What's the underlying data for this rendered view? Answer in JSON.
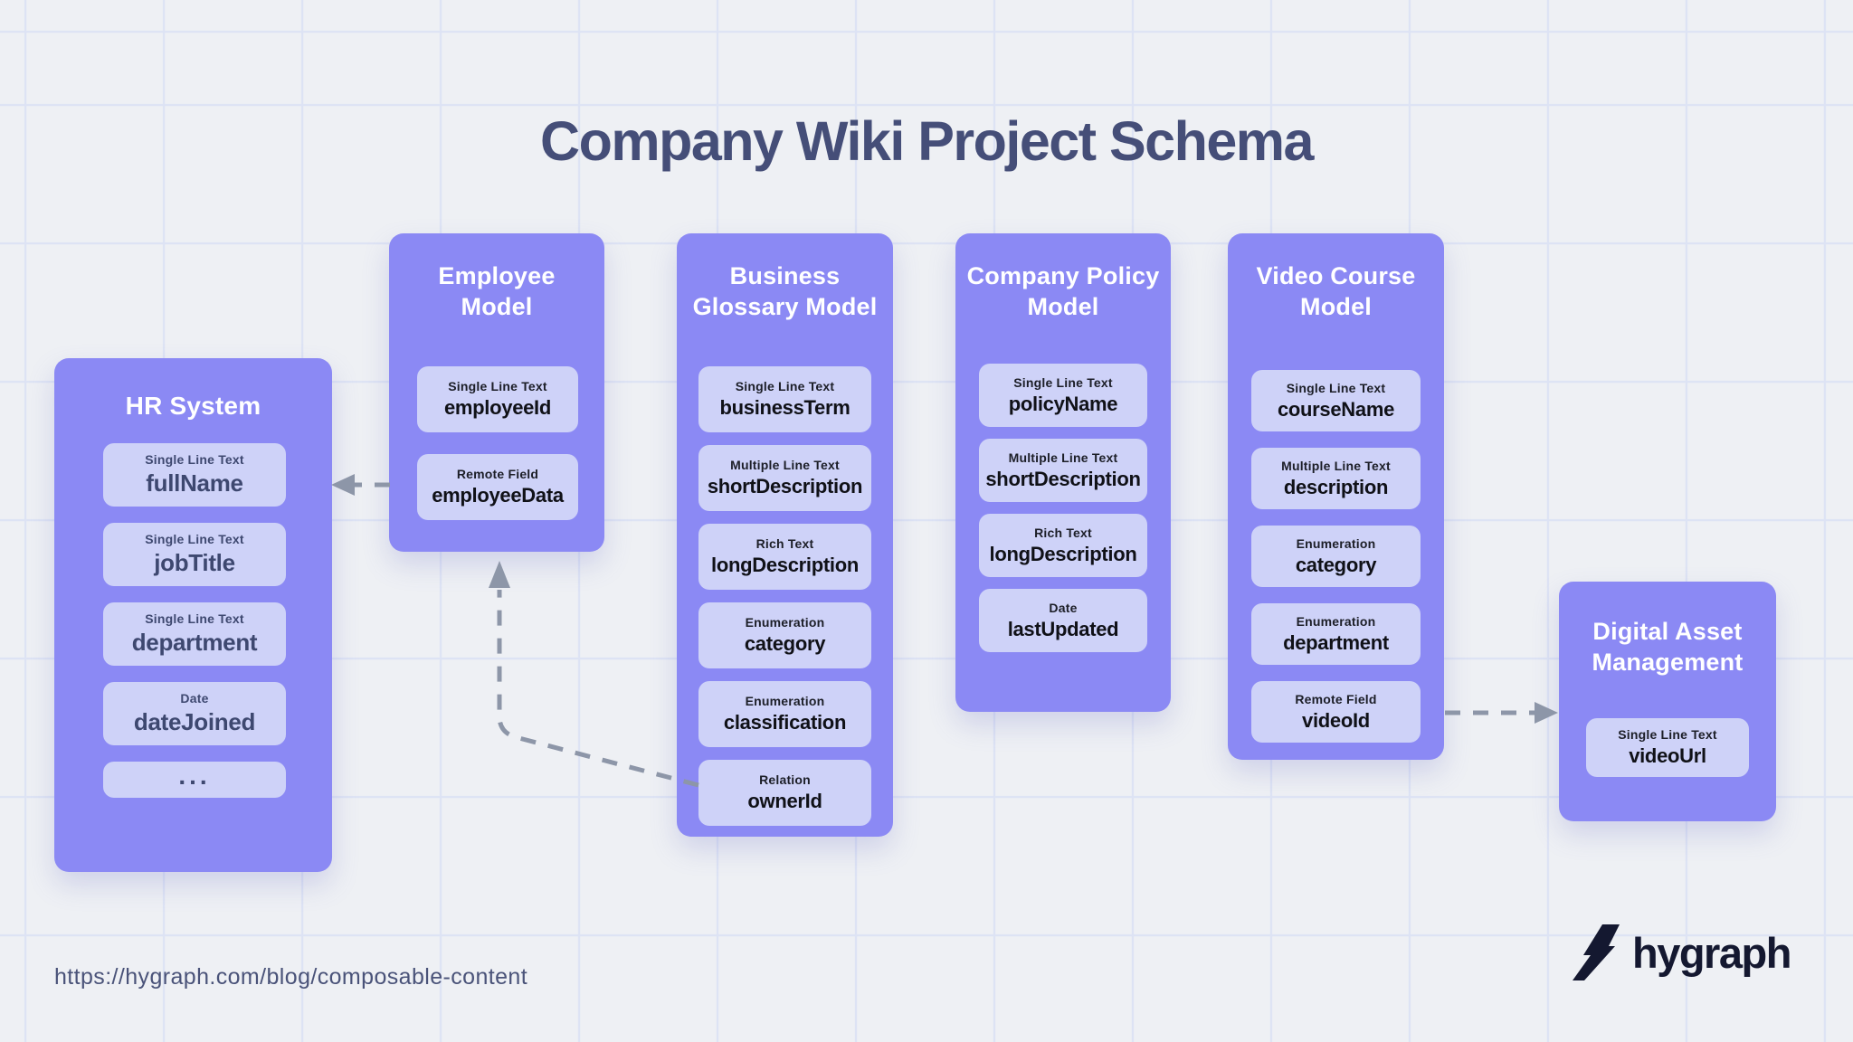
{
  "page": {
    "title": "Company Wiki Project Schema",
    "source_url": "https://hygraph.com/blog/composable-content",
    "brand": "hygraph"
  },
  "colors": {
    "background": "#eef0f4",
    "grid_line": "#dde3f4",
    "box_fill": "#8b89f4",
    "card_fill": "#ced2f8",
    "box_title_text": "#ffffff",
    "model_field_text": "#101117",
    "external_field_text": "#3e4870",
    "page_title_text": "#454e78",
    "connector": "#8d96a8",
    "logo": "#141830"
  },
  "models": [
    {
      "id": "hr-system",
      "title": "HR System",
      "kind": "external-system",
      "fields": [
        {
          "type": "Single Line Text",
          "name": "fullName"
        },
        {
          "type": "Single Line Text",
          "name": "jobTitle"
        },
        {
          "type": "Single Line Text",
          "name": "department"
        },
        {
          "type": "Date",
          "name": "dateJoined"
        },
        {
          "type": "",
          "name": "..."
        }
      ]
    },
    {
      "id": "employee-model",
      "title": "Employee\nModel",
      "kind": "hygraph-model",
      "fields": [
        {
          "type": "Single Line Text",
          "name": "employeeId"
        },
        {
          "type": "Remote Field",
          "name": "employeeData"
        }
      ]
    },
    {
      "id": "business-glossary-model",
      "title": "Business\nGlossary Model",
      "kind": "hygraph-model",
      "fields": [
        {
          "type": "Single Line Text",
          "name": "businessTerm"
        },
        {
          "type": "Multiple Line Text",
          "name": "shortDescription"
        },
        {
          "type": "Rich Text",
          "name": "longDescription"
        },
        {
          "type": "Enumeration",
          "name": "category"
        },
        {
          "type": "Enumeration",
          "name": "classification"
        },
        {
          "type": "Relation",
          "name": "ownerId"
        }
      ]
    },
    {
      "id": "company-policy-model",
      "title": "Company Policy\nModel",
      "kind": "hygraph-model",
      "fields": [
        {
          "type": "Single Line Text",
          "name": "policyName"
        },
        {
          "type": "Multiple Line Text",
          "name": "shortDescription"
        },
        {
          "type": "Rich Text",
          "name": "longDescription"
        },
        {
          "type": "Date",
          "name": "lastUpdated"
        }
      ]
    },
    {
      "id": "video-course-model",
      "title": "Video Course\nModel",
      "kind": "hygraph-model",
      "fields": [
        {
          "type": "Single Line Text",
          "name": "courseName"
        },
        {
          "type": "Multiple Line Text",
          "name": "description"
        },
        {
          "type": "Enumeration",
          "name": "category"
        },
        {
          "type": "Enumeration",
          "name": "department"
        },
        {
          "type": "Remote Field",
          "name": "videoId"
        }
      ]
    },
    {
      "id": "digital-asset-management",
      "title": "Digital Asset\nManagement",
      "kind": "external-system",
      "fields": [
        {
          "type": "Single Line Text",
          "name": "videoUrl"
        }
      ]
    }
  ],
  "connectors": [
    {
      "from": "Employee Model.employeeData",
      "to": "HR System.fullName",
      "style": "dashed-arrow"
    },
    {
      "from": "Business Glossary Model.ownerId",
      "to": "Employee Model",
      "style": "dashed-arrow"
    },
    {
      "from": "Video Course Model.videoId",
      "to": "Digital Asset Management.videoUrl",
      "style": "dashed-arrow"
    }
  ]
}
